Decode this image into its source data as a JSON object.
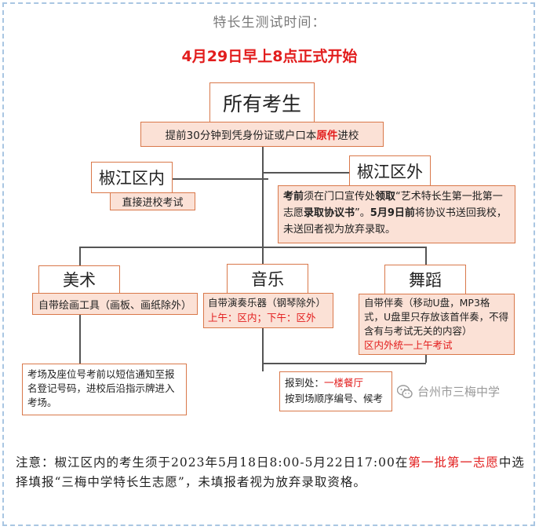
{
  "header": {
    "title": "特长生测试时间：",
    "subtitle": "4月29日早上8点正式开始"
  },
  "root": {
    "label": "所有考生",
    "note": "提前30分钟到凭身份证或户口本",
    "note_red": "原件",
    "note_end": "进校"
  },
  "inner": {
    "label": "椒江区内",
    "note": "直接进校考试"
  },
  "outer": {
    "label": "椒江区外",
    "t1": "考前",
    "t2": "须在门口宣传处",
    "t3": "领取",
    "t4": "“艺术特长生第一批第一志愿",
    "t5": "录取协议书",
    "t6": "”。",
    "t7": "5月9日前",
    "t8": "将协议书送回我校，未送回者视为放弃录取。"
  },
  "art": {
    "label": "美术",
    "note": "自带绘画工具（画板、画纸除外）",
    "detail": "考场及座位号考前以短信通知至报名登记号码，进校后沿指示牌进入考场。"
  },
  "music": {
    "label": "音乐",
    "note": "自带演奏乐器（钢琴除外）",
    "am": "上午：区内；",
    "pm": "下午：区外"
  },
  "dance": {
    "label": "舞蹈",
    "note": "自带伴奏（移动U盘，MP3格式，U盘里只存放该首伴奏，不得含有与考试无关的内容）",
    "red": "区内外统一上午考试"
  },
  "report": {
    "label": "报到处：",
    "place": "一楼餐厅",
    "line2": "按到场顺序编号、候考"
  },
  "watermark": {
    "text": "台州市三梅中学",
    "icon": "wechat-icon"
  },
  "notes": {
    "p1": "注意：椒江区内的考生须于2023年5月18日8:00-5月22日17:00在",
    "p2": "第一批第一志愿",
    "p3": "中选择填报“三梅中学特长生志愿”，未填报者视为放弃录取资格。"
  },
  "colors": {
    "accent_red": "#e21d1d",
    "box_border": "#d9784a",
    "pink_fill": "#fbe1d6",
    "frame": "#a9c6e2"
  }
}
